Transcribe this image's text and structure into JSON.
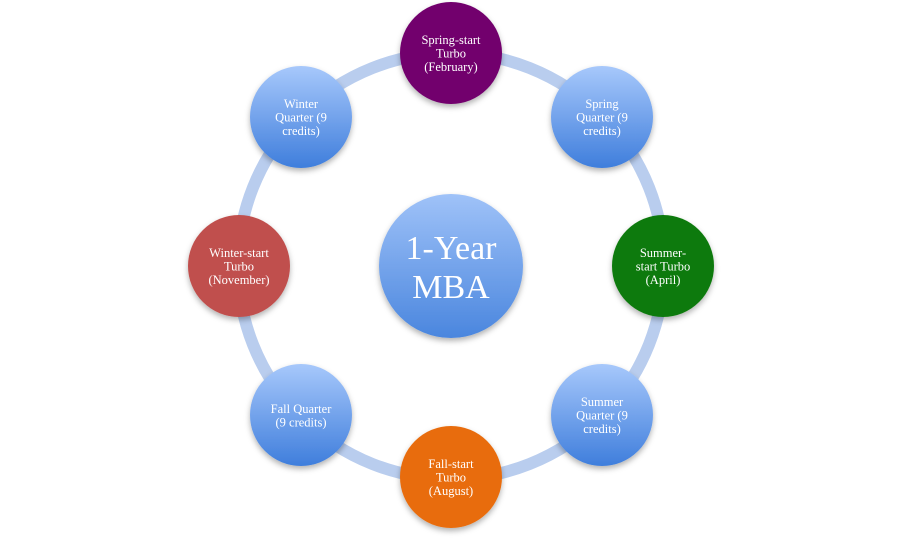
{
  "diagram": {
    "center": {
      "lines": [
        "1-Year",
        "MBA"
      ]
    },
    "nodes": [
      {
        "id": "spring-start-turbo",
        "lines": [
          "Spring-start",
          "Turbo",
          "(February)"
        ],
        "style": "purple"
      },
      {
        "id": "spring-quarter",
        "lines": [
          "Spring",
          "Quarter (9",
          "credits)"
        ],
        "style": "blue"
      },
      {
        "id": "summer-start-turbo",
        "lines": [
          "Summer-",
          "start Turbo",
          "(April)"
        ],
        "style": "green"
      },
      {
        "id": "summer-quarter",
        "lines": [
          "Summer",
          "Quarter (9",
          "credits)"
        ],
        "style": "blue"
      },
      {
        "id": "fall-start-turbo",
        "lines": [
          "Fall-start",
          "Turbo",
          "(August)"
        ],
        "style": "orange"
      },
      {
        "id": "fall-quarter",
        "lines": [
          "Fall Quarter",
          "(9 credits)"
        ],
        "style": "blue"
      },
      {
        "id": "winter-start-turbo",
        "lines": [
          "Winter-start",
          "Turbo",
          "(November)"
        ],
        "style": "red"
      },
      {
        "id": "winter-quarter",
        "lines": [
          "Winter",
          "Quarter (9",
          "credits)"
        ],
        "style": "blue"
      }
    ],
    "colors": {
      "ring": "#b9cdee",
      "blue_light": "#a7c8fb",
      "blue_dark": "#3f7edc",
      "purple": "#72066d",
      "green": "#0d7a0a",
      "orange": "#e86c0b",
      "red": "#c0504d",
      "text": "#ffffff"
    }
  }
}
